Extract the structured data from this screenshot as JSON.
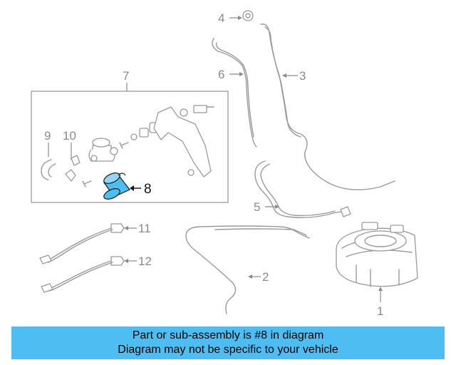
{
  "callouts": {
    "c1": "1",
    "c2": "2",
    "c3": "3",
    "c4": "4",
    "c5": "5",
    "c6": "6",
    "c7": "7",
    "c8": "8",
    "c9": "9",
    "c10": "10",
    "c11": "11",
    "c12": "12"
  },
  "highlighted_part": "8",
  "colors": {
    "highlight": "#4ebdf2",
    "banner": "#4ebdf2",
    "line_art": "#9a9a9a"
  },
  "banner": {
    "line1": "Part or sub-assembly is #8 in diagram",
    "line2": "Diagram may not be specific to your vehicle"
  }
}
